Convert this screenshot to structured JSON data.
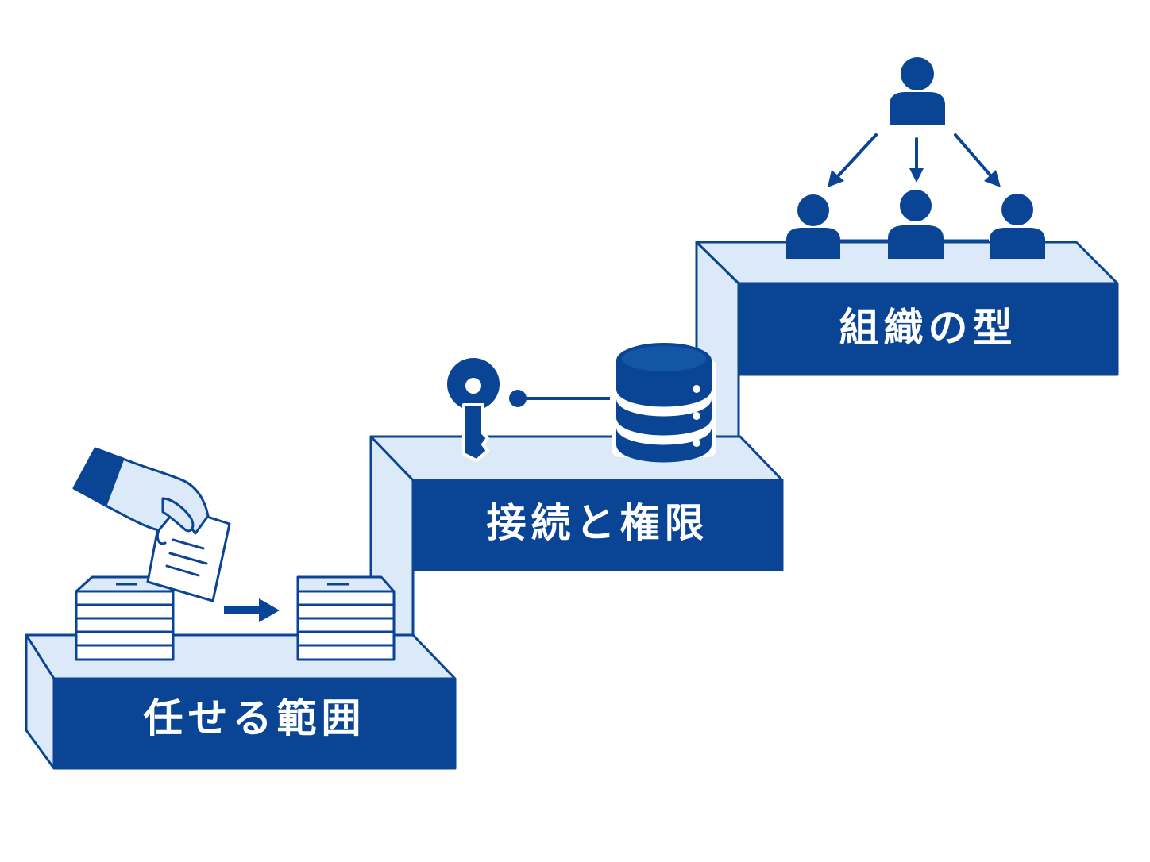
{
  "colors": {
    "navy": "#0a4494",
    "light": "#dce9f8",
    "outline": "#0a4494",
    "icon": "#0a4494",
    "paper": "#ffffff",
    "background": "#ffffff"
  },
  "steps": [
    {
      "label": "任せる範囲",
      "icons": [
        "hand-icon",
        "document-icon",
        "document-stack-icon",
        "arrow-right-icon",
        "document-stack-icon"
      ]
    },
    {
      "label": "接続と権限",
      "icons": [
        "key-icon",
        "database-icon"
      ]
    },
    {
      "label": "組織の型",
      "icons": [
        "person-icon",
        "person-icon",
        "person-icon",
        "person-icon",
        "arrow-down-icon"
      ]
    }
  ]
}
